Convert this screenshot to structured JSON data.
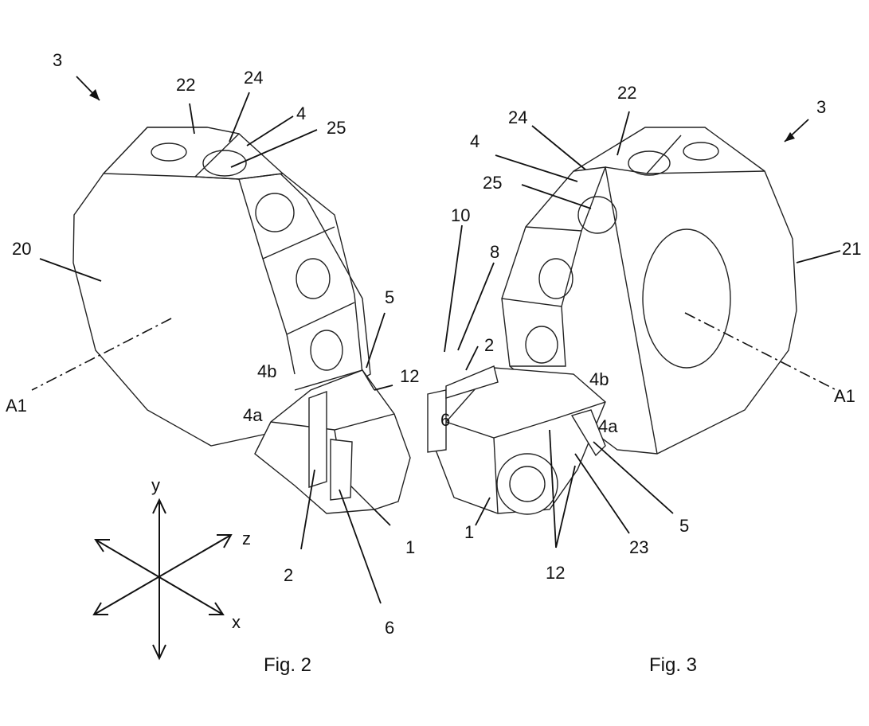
{
  "figures": [
    {
      "caption": "Fig. 2",
      "reference_numerals": [
        "3",
        "22",
        "24",
        "4",
        "25",
        "20",
        "A1",
        "5",
        "12",
        "4b",
        "4a",
        "2",
        "6",
        "1"
      ]
    },
    {
      "caption": "Fig. 3",
      "reference_numerals": [
        "3",
        "22",
        "24",
        "4",
        "25",
        "10",
        "8",
        "2",
        "6",
        "4b",
        "21",
        "A1",
        "4a",
        "1",
        "5",
        "23",
        "12"
      ]
    }
  ],
  "axes": {
    "y": "y",
    "z": "z",
    "x": "x"
  }
}
